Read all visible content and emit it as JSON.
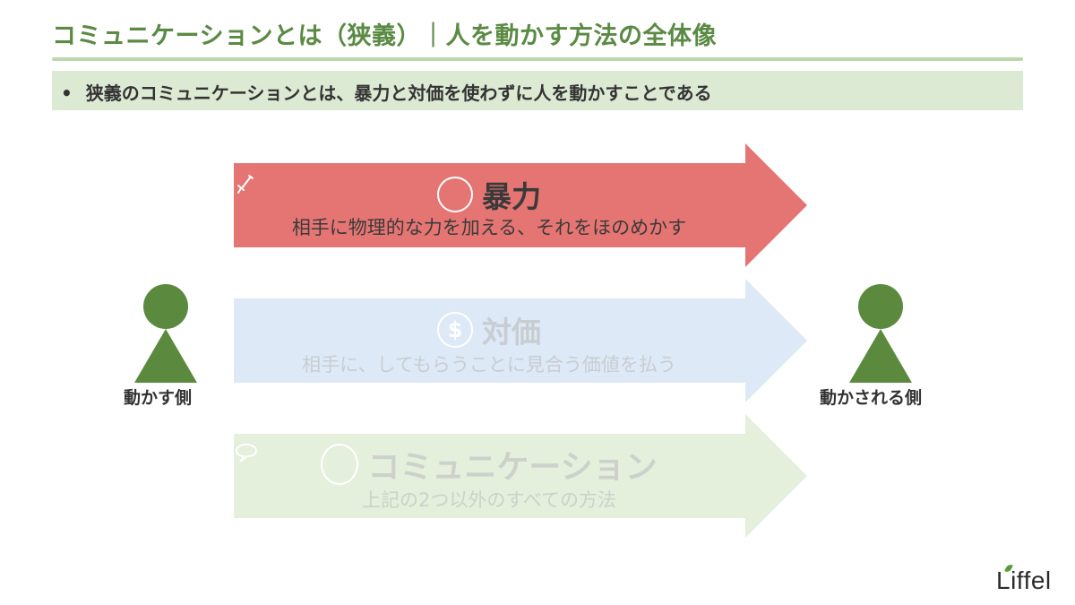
{
  "header": {
    "title": "コミュニケーションとは（狭義）｜人を動かす方法の全体像"
  },
  "summary": {
    "bullet": "•",
    "text": "狭義のコミュニケーションとは、暴力と対価を使わずに人を動かすことである"
  },
  "actors": {
    "left_label": "動かす側",
    "right_label": "動かされる側",
    "color": "#5b8a3f"
  },
  "arrows": [
    {
      "icon": "sword-icon",
      "title": "暴力",
      "description": "相手に物理的な力を加える、それをほのめかす",
      "fill": "#e57573",
      "text_color": "#3a3a3a",
      "emphasized": true
    },
    {
      "icon": "dollar-icon",
      "title": "対価",
      "description": "相手に、してもらうことに見合う価値を払う",
      "fill": "#dde9f7",
      "text_color": "#c8cdd2",
      "emphasized": false
    },
    {
      "icon": "speech-bubble-icon",
      "title": "コミュニケーション",
      "description": "上記の2つ以外のすべての方法",
      "fill": "#e4efdc",
      "text_color": "#cdd1cb",
      "emphasized": false
    }
  ],
  "brand": {
    "logo_text": "Liffel"
  }
}
